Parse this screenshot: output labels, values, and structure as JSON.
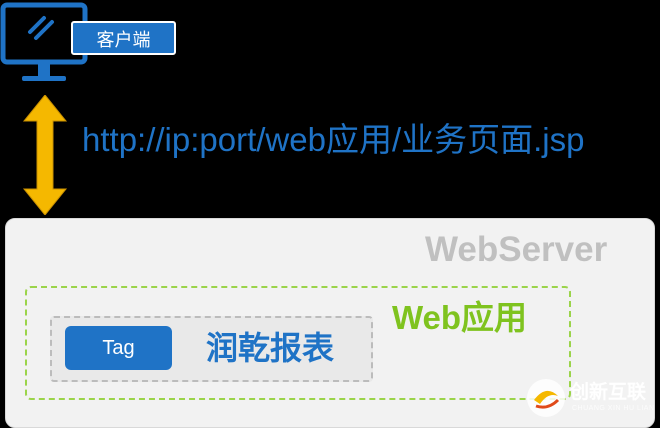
{
  "client": {
    "label": "客户端"
  },
  "request": {
    "url": "http://ip:port/web应用/业务页面.jsp"
  },
  "server": {
    "title": "WebServer"
  },
  "webapp": {
    "title": "Web应用",
    "tag_label": "Tag",
    "report_label": "润乾报表"
  },
  "watermark": {
    "text": "创新互联",
    "subtext": "CHUANG XIN HU LIAN"
  },
  "colors": {
    "primary_blue": "#1f73c6",
    "arrow_yellow": "#f5b800",
    "webapp_green": "#7fc31f",
    "server_gray": "#c0c0c0"
  }
}
